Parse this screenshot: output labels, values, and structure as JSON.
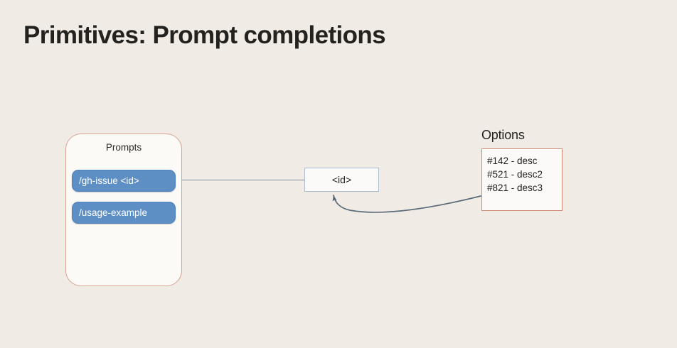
{
  "slide": {
    "title": "Primitives: Prompt completions",
    "background_color": "#f0ece5"
  },
  "prompts_panel": {
    "heading": "Prompts",
    "border_color": "#d9a392",
    "fill_color": "#fbfaf7",
    "pill_color": "#5d8fc4",
    "items": [
      {
        "label": "/gh-issue <id>",
        "selected": true
      },
      {
        "label": "/usage-example",
        "selected": false
      }
    ]
  },
  "id_node": {
    "label": "<id>",
    "border_color": "#a9bdd2",
    "fill_color": "#fbfaf8"
  },
  "options_group": {
    "heading": "Options",
    "border_color": "#cf8a76",
    "fill_color": "#fbfaf8",
    "lines": [
      "#142 - desc",
      "#521 - desc2",
      "#821 - desc3"
    ]
  },
  "connectors": {
    "color": "#8e9aa6",
    "straight_label": "id-node-to-prompt-pill",
    "curved_label": "options-to-id-node"
  }
}
